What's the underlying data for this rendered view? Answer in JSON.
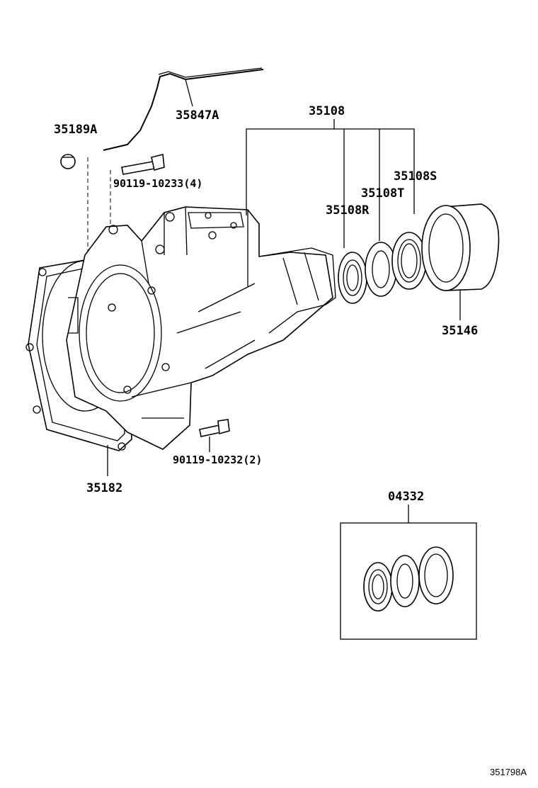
{
  "labels": {
    "p35847A": "35847A",
    "p35189A": "35189A",
    "p90119_10233": "90119-10233(4)",
    "p35108": "35108",
    "p35108S": "35108S",
    "p35108T": "35108T",
    "p35108R": "35108R",
    "p35146": "35146",
    "p35182": "35182",
    "p90119_10232": "90119-10232(2)",
    "p04332": "04332"
  },
  "figure_code": "351798A"
}
